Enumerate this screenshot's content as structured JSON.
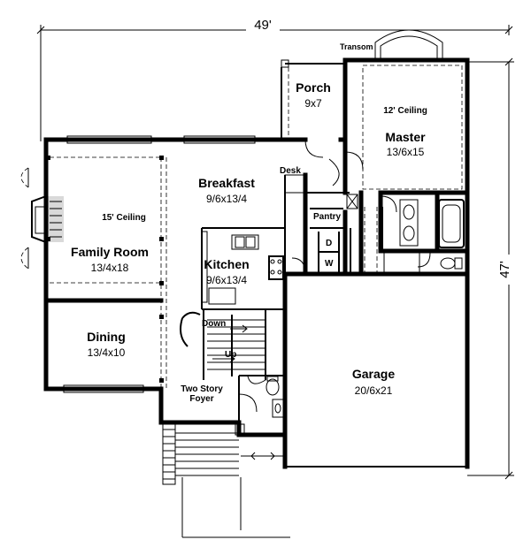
{
  "dimensions": {
    "width_label": "49'",
    "depth_label": "47'"
  },
  "notes": {
    "transom": "Transom"
  },
  "rooms": {
    "porch": {
      "name": "Porch",
      "size": "9x7"
    },
    "master": {
      "name": "Master",
      "size": "13/6x15",
      "ceiling": "12' Ceiling"
    },
    "breakfast": {
      "name": "Breakfast",
      "size": "9/6x13/4"
    },
    "desk": {
      "name": "Desk"
    },
    "pantry": {
      "name": "Pantry"
    },
    "family": {
      "name": "Family Room",
      "size": "13/4x18",
      "ceiling": "15' Ceiling"
    },
    "kitchen": {
      "name": "Kitchen",
      "size": "9/6x13/4"
    },
    "washer_dryer": {
      "d": "D",
      "w": "W"
    },
    "dining": {
      "name": "Dining",
      "size": "13/4x10"
    },
    "stairs": {
      "down": "Down",
      "up": "Up"
    },
    "foyer": {
      "line1": "Two Story",
      "line2": "Foyer"
    },
    "garage": {
      "name": "Garage",
      "size": "20/6x21"
    }
  }
}
